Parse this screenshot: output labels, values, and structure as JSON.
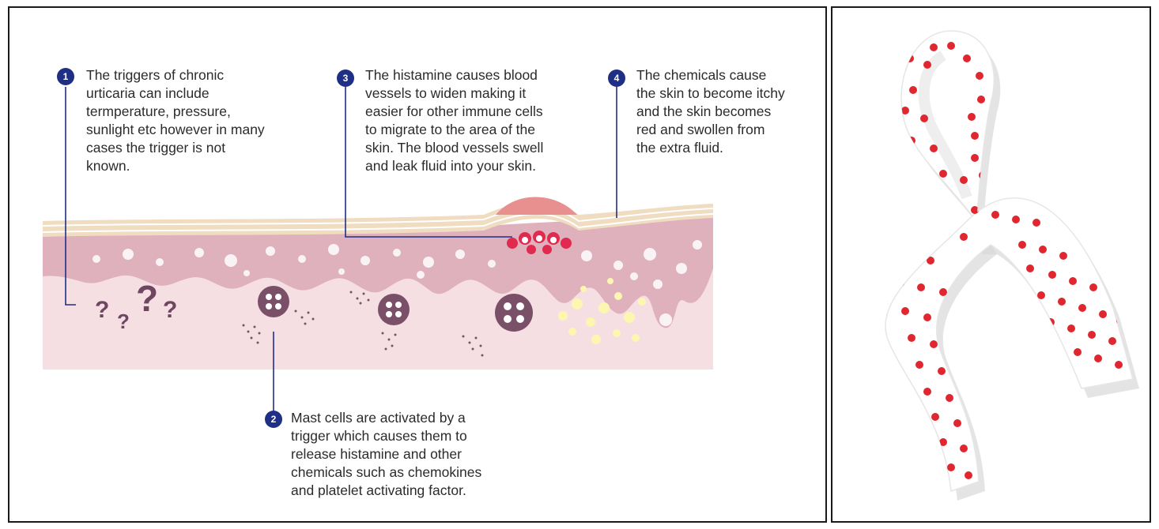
{
  "callouts": [
    {
      "number": "1",
      "text": "The triggers of chronic\nurticaria can include\ntermperature, pressure,\nsunlight etc however in many\ncases the trigger is not\nknown."
    },
    {
      "number": "2",
      "text": "Mast cells are activated by a\ntrigger which causes them to\nrelease histamine and other\nchemicals such as chemokines\nand platelet activating factor."
    },
    {
      "number": "3",
      "text": "The histamine causes blood\nvessels to widen making it\neasier for other immune cells\nto migrate to the area of the\nskin. The blood vessels swell\nand leak fluid into your skin."
    },
    {
      "number": "4",
      "text": "The chemicals cause\nthe skin to become itchy\nand the skin becomes\nred and swollen from\nthe extra fluid."
    }
  ],
  "question_marks": [
    "?",
    "?",
    "?",
    "?"
  ],
  "colors": {
    "badge": "#1f2f86",
    "leader_line": "#1f2f86",
    "skin_surface": "#f0dcc0",
    "epidermis": "#dfb1bd",
    "dermis": "#f6dfe2",
    "mast_cell": "#7a5068",
    "histamine_fluid": "#fdf6b0",
    "vessel": "#e02a4e",
    "ribbon_dot": "#e0262f"
  }
}
